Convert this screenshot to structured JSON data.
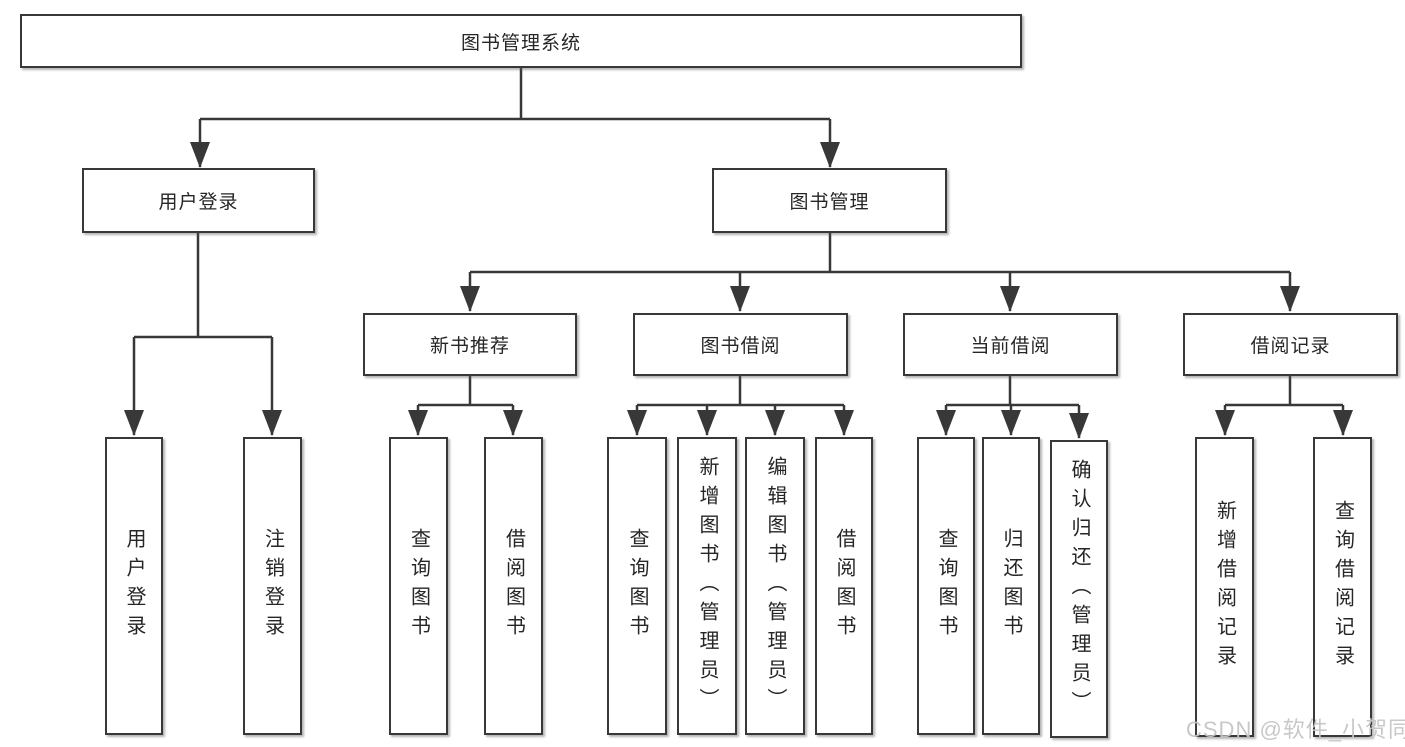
{
  "diagram": {
    "type": "hierarchy-tree",
    "colors": {
      "line": "#383838",
      "box_border": "#383838",
      "box_fill": "#ffffff",
      "text": "#262626",
      "background": "#ffffff",
      "watermark": "#c5c5c5"
    },
    "tree": {
      "root": {
        "label": "图书管理系统",
        "children": [
          {
            "label": "用户登录",
            "children": [
              {
                "label": "用户登录"
              },
              {
                "label": "注销登录"
              }
            ]
          },
          {
            "label": "图书管理",
            "children": [
              {
                "label": "新书推荐",
                "children": [
                  {
                    "label": "查询图书"
                  },
                  {
                    "label": "借阅图书"
                  }
                ]
              },
              {
                "label": "图书借阅",
                "children": [
                  {
                    "label": "查询图书"
                  },
                  {
                    "label": "新增图书（管理员）"
                  },
                  {
                    "label": "编辑图书（管理员）"
                  },
                  {
                    "label": "借阅图书"
                  }
                ]
              },
              {
                "label": "当前借阅",
                "children": [
                  {
                    "label": "查询图书"
                  },
                  {
                    "label": "归还图书"
                  },
                  {
                    "label": "确认归还（管理员）"
                  }
                ]
              },
              {
                "label": "借阅记录",
                "children": [
                  {
                    "label": "新增借阅记录"
                  },
                  {
                    "label": "查询借阅记录"
                  }
                ]
              }
            ]
          }
        ]
      }
    },
    "watermark": {
      "text": "CSDN @软件_小贺同学"
    }
  }
}
